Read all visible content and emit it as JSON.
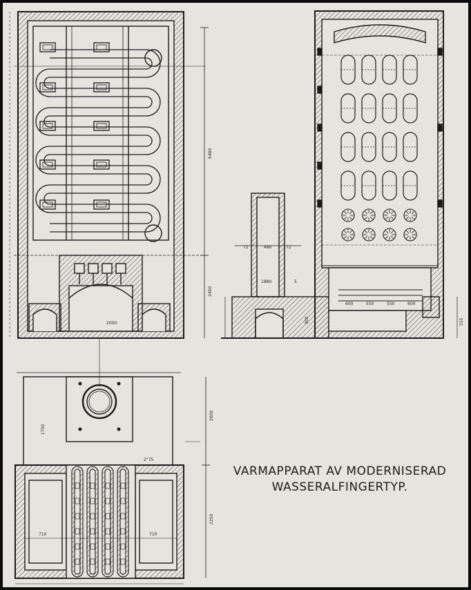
{
  "caption": {
    "line1": "VARMAPPARAT AV MODERNISERAD",
    "line2": "WASSERALFINGERTYP."
  },
  "colors": {
    "paper": "#e6e4df",
    "ink": "#1a1a1a",
    "frame": "#0b0b0b"
  },
  "dimension_labels": {
    "front_height_upper": "6480",
    "front_height_lower": "2400",
    "front_base": "2000",
    "chimney_width": "480",
    "chimney_side_left": "72",
    "chimney_side_right": "72",
    "chimney_height": "1880",
    "flue_label": "5",
    "grate_1": "600",
    "grate_2": "550",
    "grate_3": "550",
    "grate_4": "600",
    "section_base": "555",
    "section_left": "300",
    "plan_upper": "2600",
    "plan_lower": "2250",
    "plan_chimney": "1750",
    "plan_side_1": "710",
    "plan_side_2": "710",
    "plan_corner": "2\"75"
  }
}
